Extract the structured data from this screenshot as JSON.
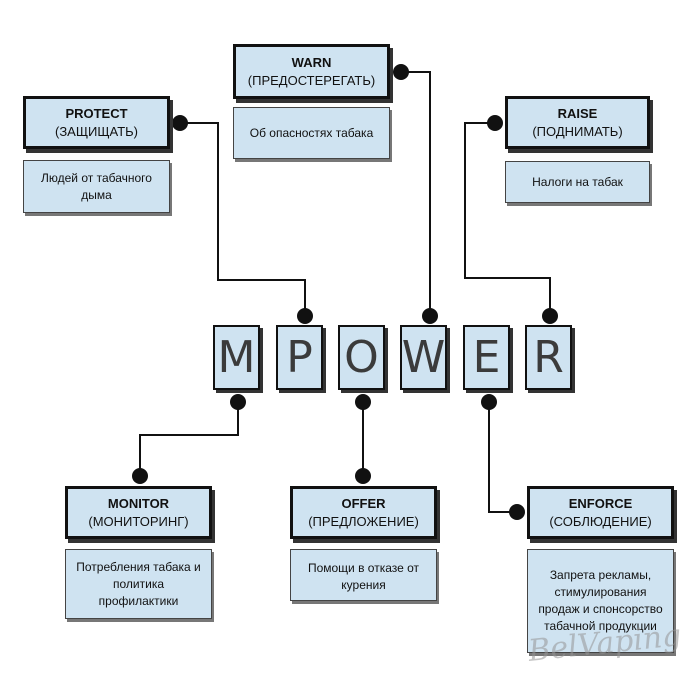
{
  "colors": {
    "box_fill": "#cfe3f1",
    "border": "#111111",
    "connector": "#111111"
  },
  "mpower": [
    "M",
    "P",
    "O",
    "W",
    "E",
    "R"
  ],
  "cards": {
    "warn": {
      "title": "WARN",
      "subtitle": "(ПРЕДОСТЕРЕГАТЬ)",
      "desc": "Об опасностях табака"
    },
    "protect": {
      "title": "PROTECT",
      "subtitle": "(ЗАЩИЩАТЬ)",
      "desc": "Людей от табачного дыма"
    },
    "raise": {
      "title": "RAISE",
      "subtitle": "(ПОДНИМАТЬ)",
      "desc": "Налоги на табак"
    },
    "monitor": {
      "title": "MONITOR",
      "subtitle": "(МОНИТОРИНГ)",
      "desc": "Потребления табака и политика профилактики"
    },
    "offer": {
      "title": "OFFER",
      "subtitle": "(ПРЕДЛОЖЕНИЕ)",
      "desc": "Помощи в отказе от курения"
    },
    "enforce": {
      "title": "ENFORCE",
      "subtitle": "(СОБЛЮДЕНИЕ)",
      "desc": "Запрета рекламы, стимулирования продаж и спонсорство табачной продукции"
    }
  },
  "watermark": "BelVaping"
}
